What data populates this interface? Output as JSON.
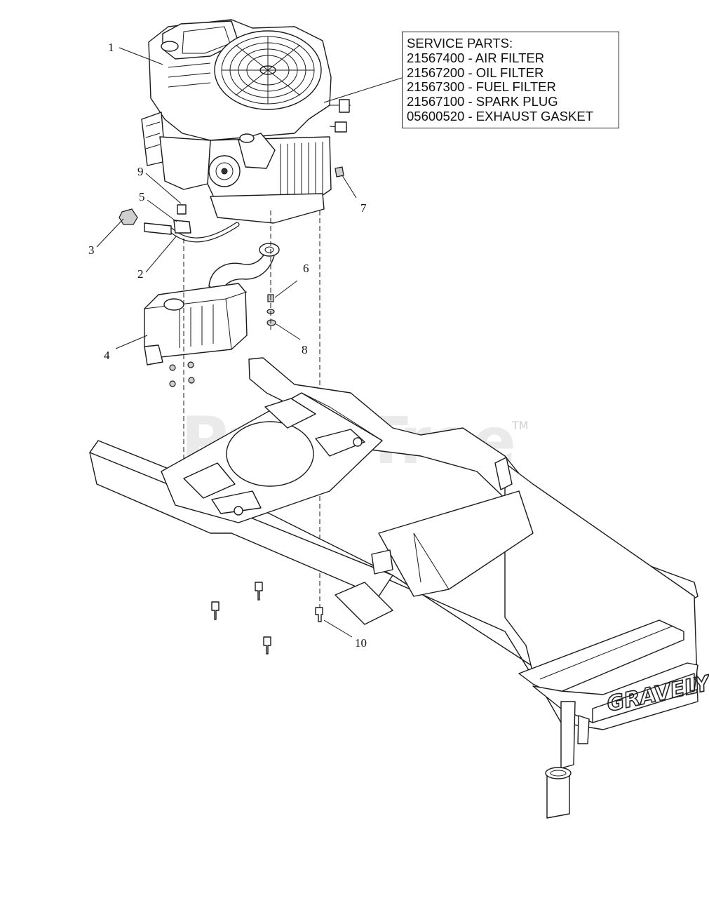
{
  "service_parts": {
    "heading": "SERVICE PARTS:",
    "items": [
      {
        "part_number": "21567400",
        "separator": " - ",
        "name": "AIR FILTER"
      },
      {
        "part_number": "21567200",
        "separator": " - ",
        "name": "OIL FILTER"
      },
      {
        "part_number": "21567300",
        "separator": " - ",
        "name": "FUEL FILTER"
      },
      {
        "part_number": "21567100",
        "separator": " - ",
        "name": "SPARK PLUG"
      },
      {
        "part_number": "05600520",
        "separator": " - ",
        "name": "EXHAUST GASKET"
      }
    ]
  },
  "callouts": {
    "c1": "1",
    "c2": "2",
    "c3": "3",
    "c4": "4",
    "c5": "5",
    "c6": "6",
    "c7": "7",
    "c8": "8",
    "c9": "9",
    "c10": "10"
  },
  "watermark": {
    "text": "PartsTree",
    "tm": "TM"
  },
  "frame_logo": "GRAVELY"
}
